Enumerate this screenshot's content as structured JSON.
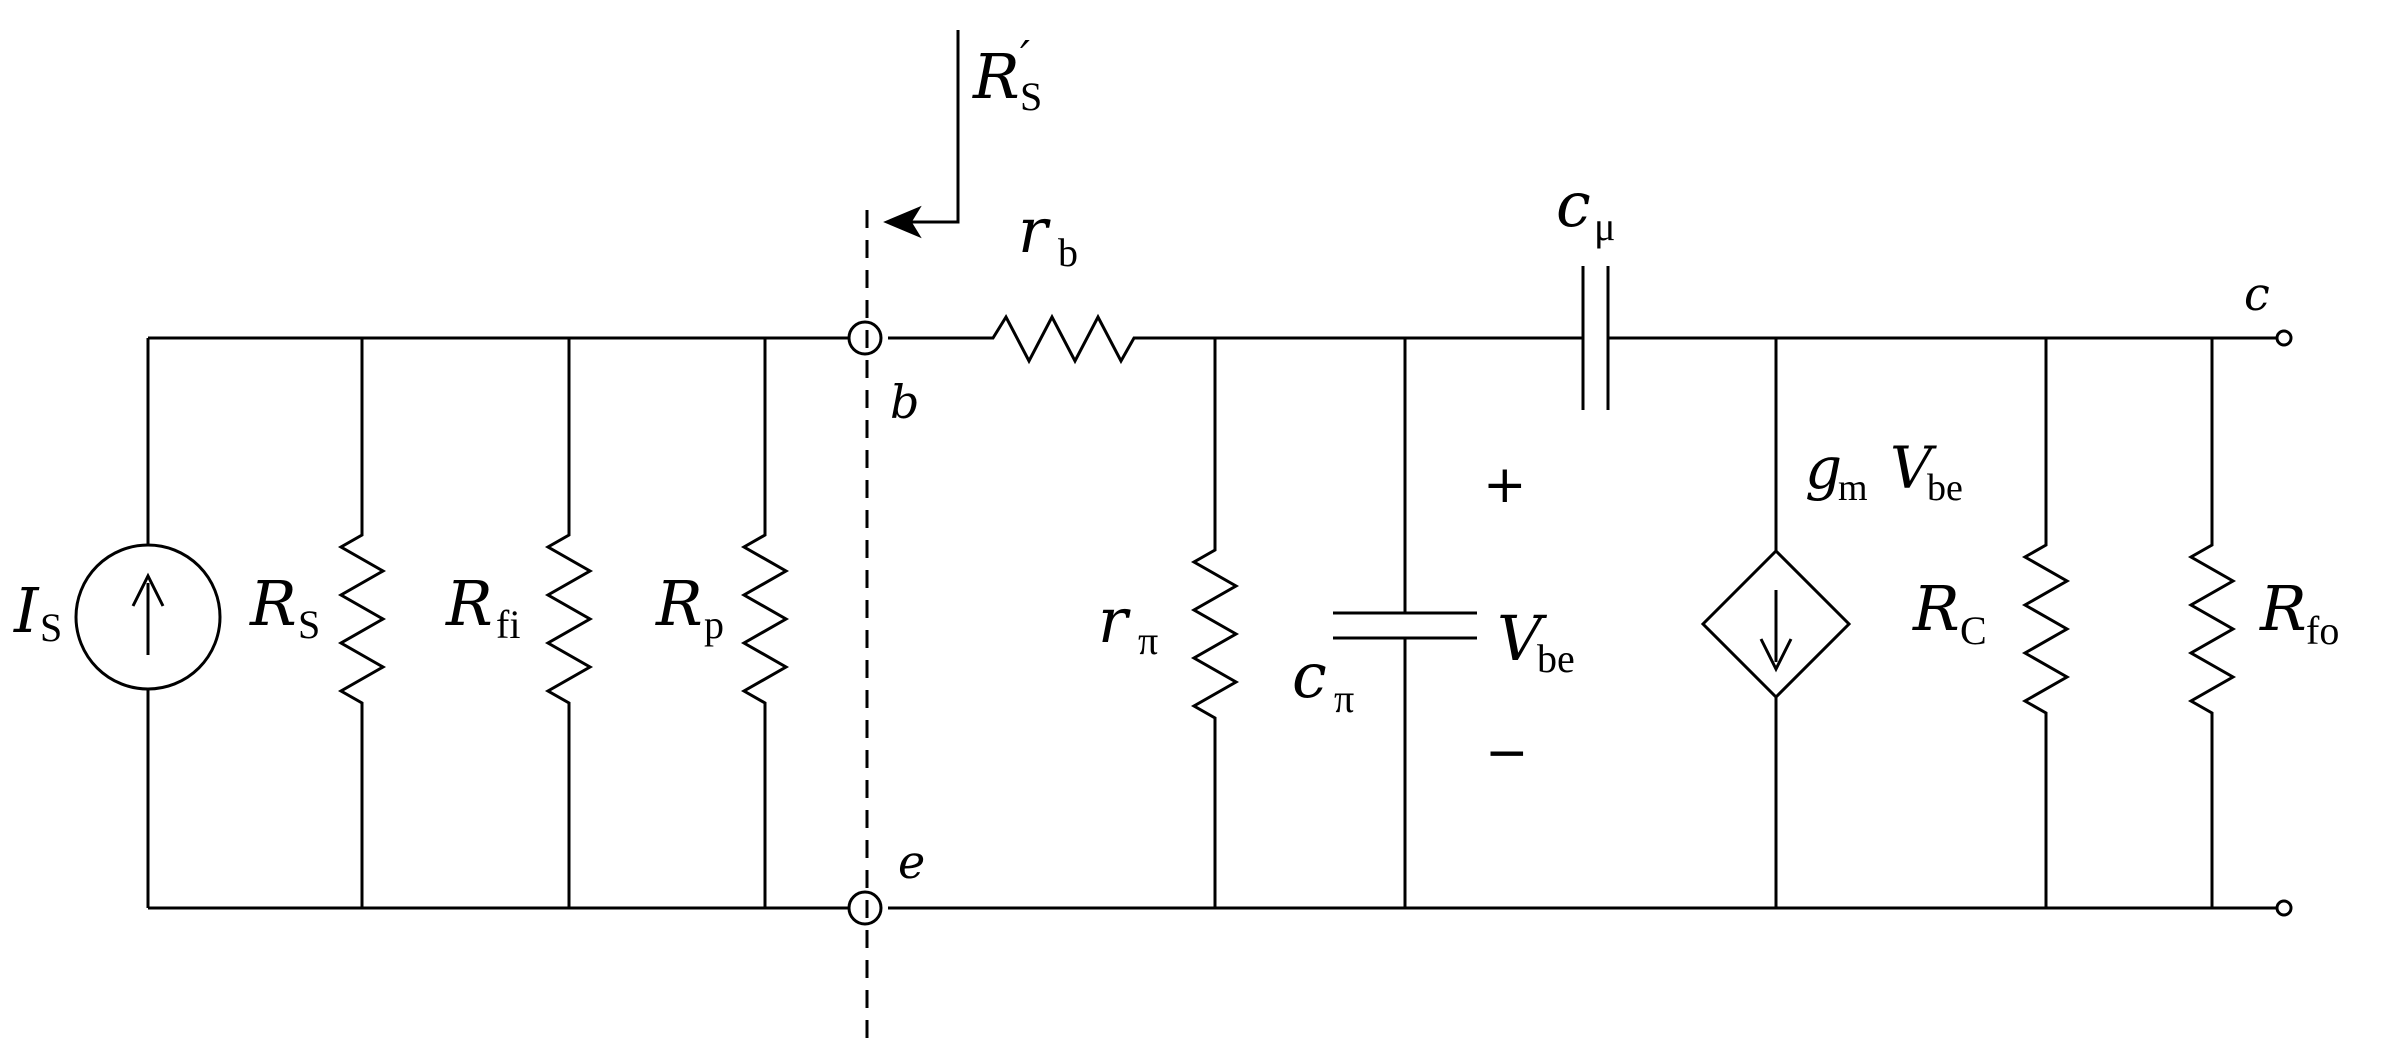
{
  "labels": {
    "source_current": {
      "main": "I",
      "sub": "S"
    },
    "source_resistance": {
      "main": "R",
      "sub": "S"
    },
    "feedback_input_resistance": {
      "main": "R",
      "sub": "fi"
    },
    "bias_resistance": {
      "main": "R",
      "sub": "p"
    },
    "seen_resistance": {
      "main": "R",
      "sub": "S",
      "prime": "′"
    },
    "base_spreading_resistance": {
      "main": "r",
      "sub": "b"
    },
    "input_resistance": {
      "main": "r",
      "sub": "π"
    },
    "input_capacitance": {
      "main": "c",
      "sub": "π"
    },
    "feedback_capacitance": {
      "main": "c",
      "sub": "μ"
    },
    "control_voltage": {
      "main": "V",
      "sub": "be"
    },
    "transconductance": {
      "main": "g",
      "sub": "m",
      "var_main": "V",
      "var_sub": "be"
    },
    "collector_resistance": {
      "main": "R",
      "sub": "C"
    },
    "feedback_output_resistance": {
      "main": "R",
      "sub": "fo"
    }
  },
  "nodes": {
    "base": "b",
    "emitter": "e",
    "collector": "c"
  },
  "polarity": {
    "plus": "+",
    "minus": "−"
  },
  "colors": {
    "stroke": "#000000",
    "background": "#ffffff"
  },
  "icons": {
    "current_source": "upward-arrow-in-circle",
    "dependent_source": "downward-arrow-in-diamond",
    "resistor": "zigzag",
    "capacitor": "parallel-plates"
  }
}
